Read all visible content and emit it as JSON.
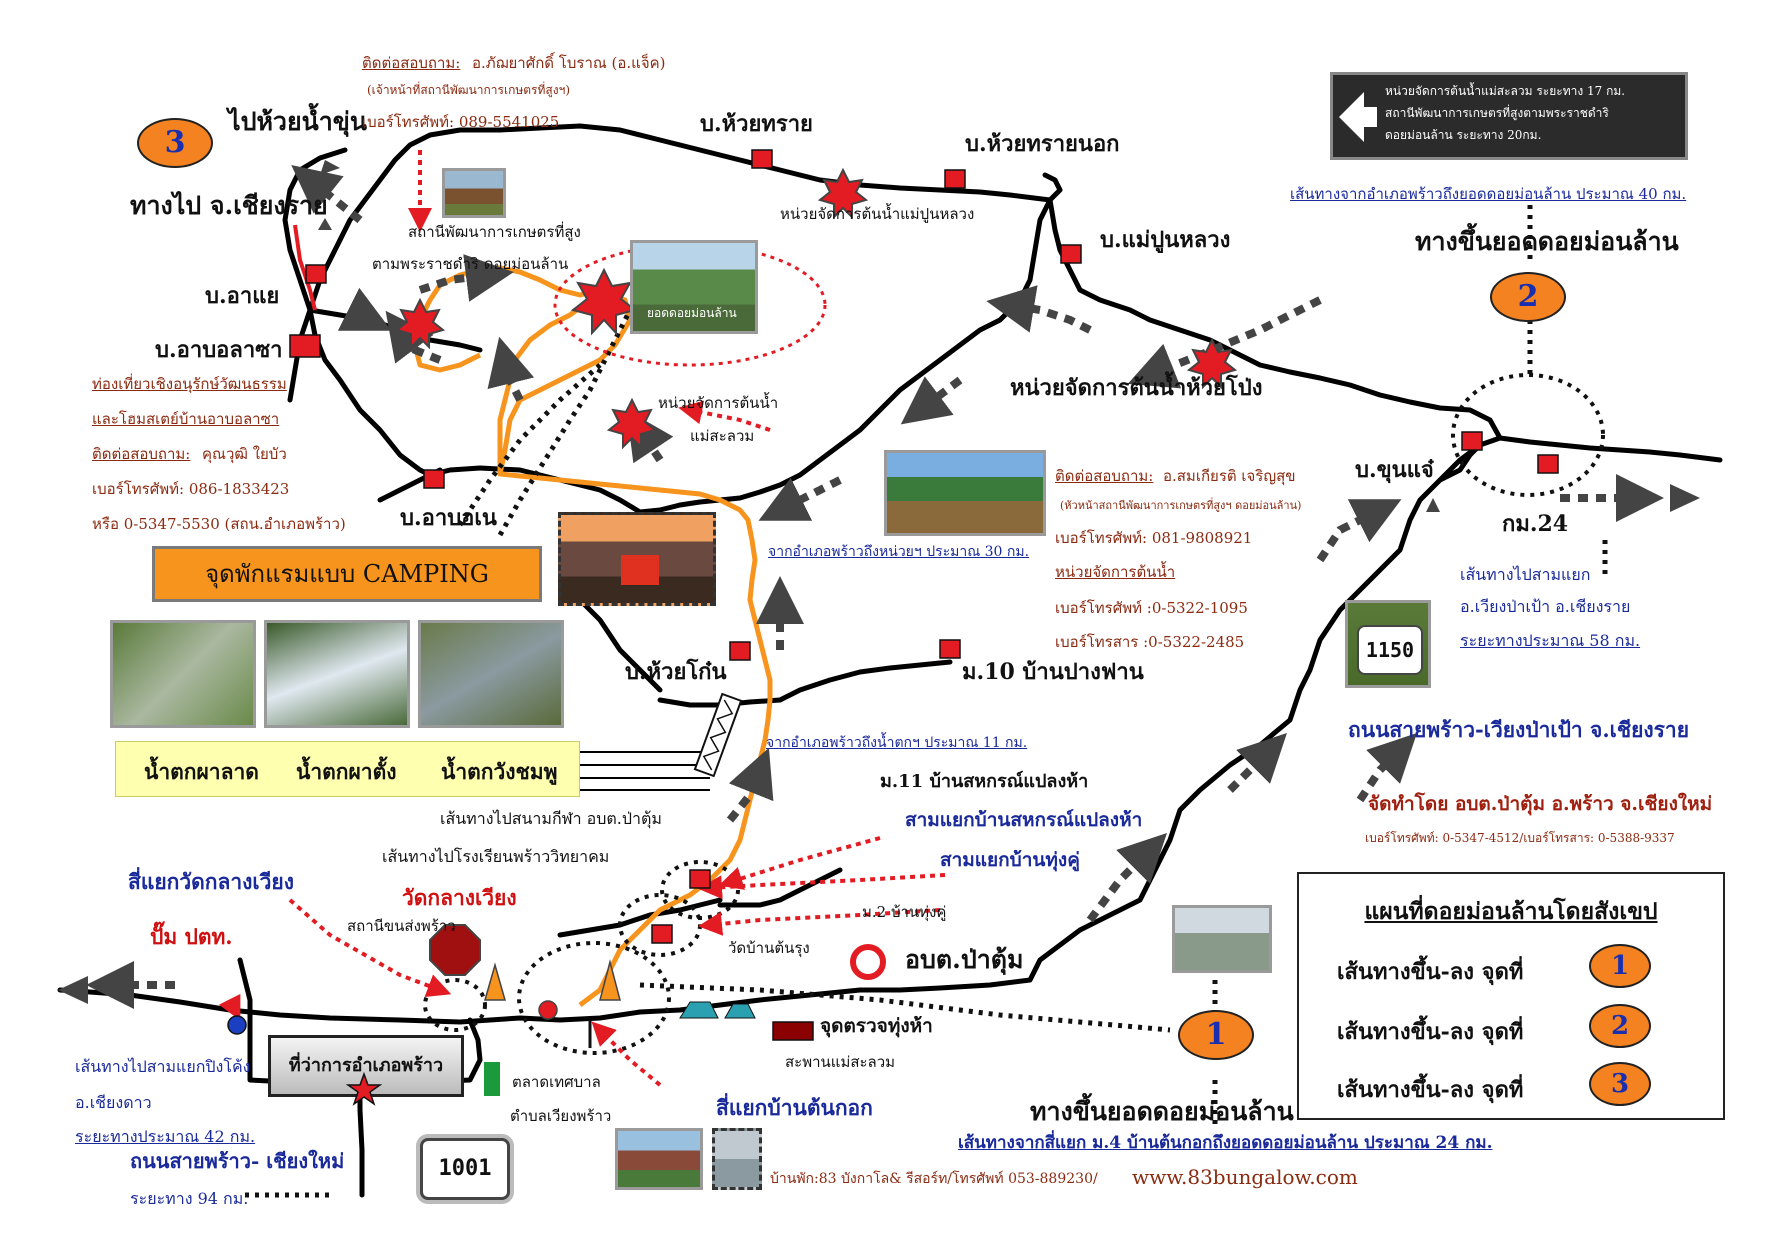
{
  "title_route3": "ทางไป จ.เชียงราย",
  "places": {
    "huai_nam_khun": "ไปห้วยน้ำขุ่น",
    "huai_sai": "บ.ห้วยทราย",
    "huai_sai_nok": "บ.ห้วยทรายนอก",
    "mae_pun_luang": "บ.แม่ปูนหลวง",
    "a_yae": "บ.อาแย",
    "a_bo_lasa": "บ.อาบอลาซา",
    "a_bo_ne": "บ.อาบอเน",
    "huai_khon": "บ.ห้วยโก๋น",
    "pang_fan": "ม.10 บ้านปางฟาน",
    "khun_chae": "บ.ขุนแจ๋",
    "km24": "กม.24",
    "m11": "ม.11 บ้านสหกรณ์แปลงห้า",
    "m2": "ม.2 บ้านทุ่งคู่",
    "wat_ton_rung": "วัดบ้านต้นรุง",
    "obt_pa_tum": "อบต.ป่าตุ้ม",
    "check_point": "จุดตรวจทุ่งห้า",
    "bridge": "สะพานแม่สะลวม",
    "bus_station": "สถานีขนส่งพร้าว",
    "market": "ตลาดเทศบาล",
    "tambon": "ตำบลเวียงพร้าว",
    "district_office": "ที่ว่าการอำเภอพร้าว",
    "route_sport": "เส้นทางไปสนามกีฬา อบต.ป่าตุ้ม",
    "route_school": "เส้นทางไปโรงเรียนพร้าววิทยาคม"
  },
  "stations": {
    "ag_station_1": "สถานีพัฒนาการเกษตรที่สูง",
    "ag_station_2": "ตามพระราชดำริ ดอยม่อนล้าน",
    "watershed_mae_pun": "หน่วยจัดการต้นน้ำแม่ปูนหลวง",
    "watershed_mae_salam_1": "หน่วยจัดการต้นน้ำ",
    "watershed_mae_salam_2": "แม่สะลวม",
    "watershed_huai_pong": "หน่วยจัดการต้นน้ำห้วยโป่ง",
    "summit_photo": "ยอดดอยม่อนล้าน"
  },
  "junctions": {
    "wat_klang_wiang_jct": "สี่แยกวัดกลางเวียง",
    "ptt": "ปั๊ม ปตท.",
    "wat_klang_wiang": "วัดกลางเวียง",
    "sahakorn_jct": "สามแยกบ้านสหกรณ์แปลงห้า",
    "thung_khu_jct": "สามแยกบ้านทุ่งคู่",
    "ton_kok_jct": "สี่แยกบ้านต้นกอก"
  },
  "contacts": {
    "c1_label": "ติดต่อสอบถาม:",
    "c1_name": "อ.ภัฌยาศักดิ์ โบราณ (อ.แจ็ค)",
    "c1_role": "(เจ้าหน้าที่สถานีพัฒนาการเกษตรที่สูงฯ)",
    "c1_phone": "เบอร์โทรศัพท์: 089-5541025",
    "c2_line1": "ท่องเที่ยวเชิงอนุรักษ์วัฒนธรรม",
    "c2_line2": "และโฮมสเตย์บ้านอาบอลาซา",
    "c2_label": "ติดต่อสอบถาม:",
    "c2_name": "คุณวุฒิ ใยบัว",
    "c2_phone": "เบอร์โทรศัพท์: 086-1833423",
    "c2_phone2": "หรือ 0-5347-5530 (สถน.อำเภอพร้าว)",
    "c3_label": "ติดต่อสอบถาม:",
    "c3_name": "อ.สมเกียรติ เจริญสุข",
    "c3_role": "(หัวหน้าสถานีพัฒนาการเกษตรที่สูงฯ ดอยม่อนล้าน)",
    "c3_phone": "เบอร์โทรศัพท์: 081-9808921",
    "c3_unit": "หน่วยจัดการต้นน้ำ",
    "c3_unit_phone": "เบอร์โทรศัพท์ :0-5322-1095",
    "c3_unit_fax": "เบอร์โทรสาร :0-5322-2485"
  },
  "distances": {
    "to_unit": "จากอำเภอพร้าวถึงหน่วยฯ ประมาณ 30 กม.",
    "to_waterfall": "จากอำเภอพร้าวถึงน้ำตกฯ ประมาณ 11 กม.",
    "route2": "เส้นทางจากอำเภอพร้าวถึงยอดดอยม่อนล้าน ประมาณ 40 กม.",
    "route1": "เส้นทางจากสี่แยก ม.4 บ้านต้นกอกถึงยอดดอยม่อนล้าน ประมาณ 24 กม.",
    "to_chiangrai_1": "เส้นทางไปสามแยก",
    "to_chiangrai_2": "อ.เวียงป่าเป้า อ.เชียงราย",
    "to_chiangrai_3": "ระยะทางประมาณ 58 กม.",
    "to_pingkong_1": "เส้นทางไปสามแยกปิงโค้ง",
    "to_pingkong_2": "อ.เชียงดาว",
    "to_pingkong_3": "ระยะทางประมาณ 42 กม.",
    "to_cm_km": "ระยะทาง 94 กม."
  },
  "roads": {
    "road_1150": "ถนนสายพร้าว-เวียงป่าเป้า จ.เชียงราย",
    "road_1001": "ถนนสายพร้าว- เชียงใหม่",
    "hw_1150": "1150",
    "hw_1001": "1001"
  },
  "entrances": {
    "entrance_2": "ทางขึ้นยอดดอยม่อนล้าน",
    "entrance_1": "ทางขึ้นยอดดอยม่อนล้าน"
  },
  "camping": "จุดพักแรมแบบ CAMPING",
  "waterfalls": [
    "น้ำตกผาลาด",
    "น้ำตกผาตั้ง",
    "น้ำตกวังชมพู"
  ],
  "sign_text": [
    "หน่วยจัดการต้นน้ำแม่สะลวม  ระยะทาง 17 กม.",
    "สถานีพัฒนาการเกษตรที่สูงตามพระราชดำริ",
    "ดอยม่อนล้าน                    ระยะทาง 20กม."
  ],
  "credit": {
    "made_by": "จัดทำโดย อบต.ป่าตุ้ม อ.พร้าว จ.เชียงใหม่",
    "phones": "เบอร์โทรศัพท์: 0-5347-4512/เบอร์โทรสาร: 0-5388-9337",
    "bungalow": "บ้านพัก:83 บังกาโล& รีสอร์ท/โทรศัพท์ 053-889230/",
    "website": "www.83bungalow.com"
  },
  "legend": {
    "title": "แผนที่ดอยม่อนล้านโดยสังเขป",
    "row_label": "เส้นทางขึ้น-ลง   จุดที่",
    "items": [
      "1",
      "2",
      "3"
    ]
  },
  "badges": {
    "n1": "1",
    "n2": "2",
    "n3": "3"
  },
  "colors": {
    "route_orange": "#f7941d",
    "road": "#000000",
    "marker_red": "#e31b23",
    "badge": "#f58220",
    "badge_text": "#1a2fb0"
  }
}
